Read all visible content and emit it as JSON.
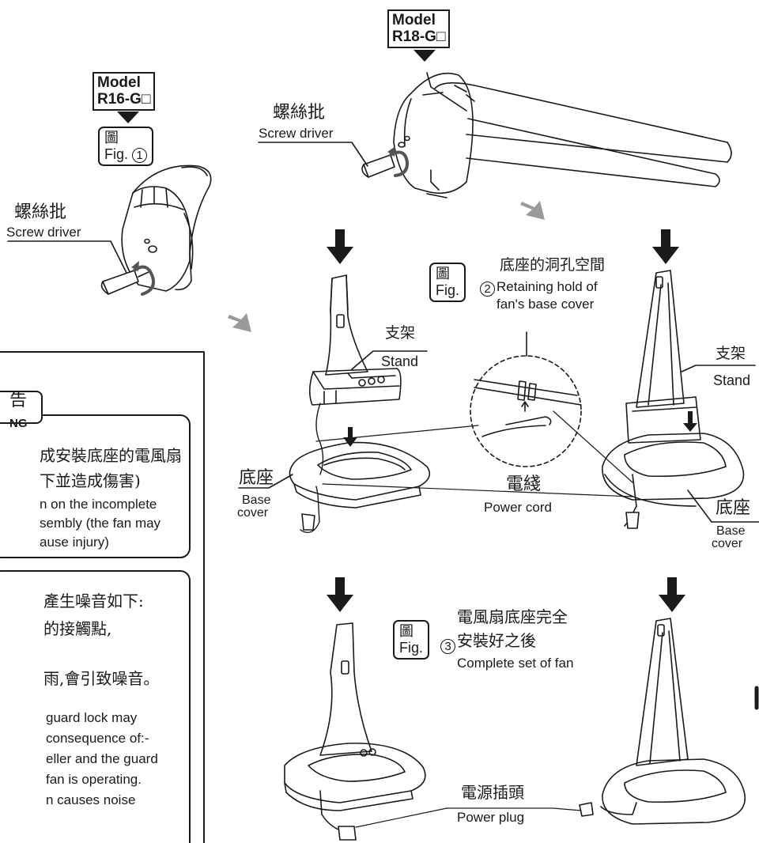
{
  "models": {
    "r16": [
      "Model",
      "R16-G□"
    ],
    "r18": [
      "Model",
      "R18-G□"
    ]
  },
  "fig_word_zh": "圖",
  "fig_word_en": "Fig.",
  "fig1": {
    "num": "1"
  },
  "fig2": {
    "num": "2",
    "zh": "底座的洞孔空間",
    "en1": "Retaining hold of",
    "en2": "fan's base cover"
  },
  "fig3": {
    "num": "3",
    "zh1": "電風扇底座完全",
    "zh2": "安裝好之後",
    "en": "Complete set of fan"
  },
  "labels": {
    "screwdriver_zh": "螺絲批",
    "screwdriver_en": "Screw driver",
    "stand_zh": "支架",
    "stand_en": "Stand",
    "base_zh": "底座",
    "base_en1": "Base",
    "base_en2": "cover",
    "cord_zh": "電綫",
    "cord_en": "Power cord",
    "plug_zh": "電源插頭",
    "plug_en": "Power plug"
  },
  "warning": {
    "title_zh": "告",
    "title_en": "NG",
    "zh1": "成安裝底座的電風扇",
    "zh2": "下並造成傷害)",
    "en1": "n on the incomplete",
    "en2": "sembly (the fan may",
    "en3": "ause injury)"
  },
  "noise": {
    "zh1": "產生噪音如下:",
    "zh2": "的接觸點,",
    "zh3": "雨,會引致噪音。",
    "en1": "guard lock may",
    "en2": "consequence of:-",
    "en3": "eller and the guard",
    "en4": "fan is operating.",
    "en5": "n causes noise"
  }
}
